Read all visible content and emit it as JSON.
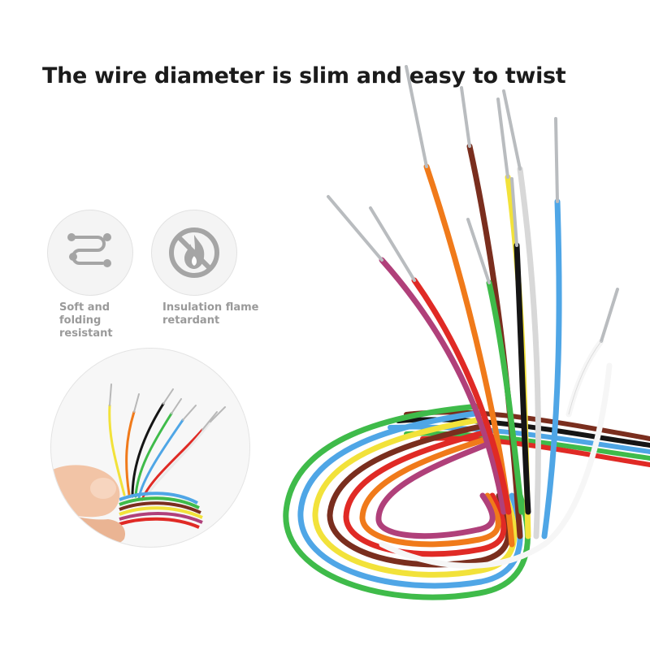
{
  "headline": "The wire diameter is slim and easy to twist",
  "features": [
    {
      "label": "Soft and\nfolding\nresistant",
      "icon": "flexible-wires-icon"
    },
    {
      "label": "Insulation flame\nretardant",
      "icon": "no-flame-icon"
    }
  ],
  "wire_colors": {
    "orange": "#f07a1a",
    "brown": "#7a2e1e",
    "yellow": "#f2e23a",
    "gray": "#d8d8d8",
    "blue": "#4fa6e6",
    "purple": "#b0407a",
    "red": "#e02a25",
    "green": "#3fbb4a",
    "black": "#151515",
    "white": "#f6f6f6"
  },
  "icon_color": "#a5a5a5"
}
